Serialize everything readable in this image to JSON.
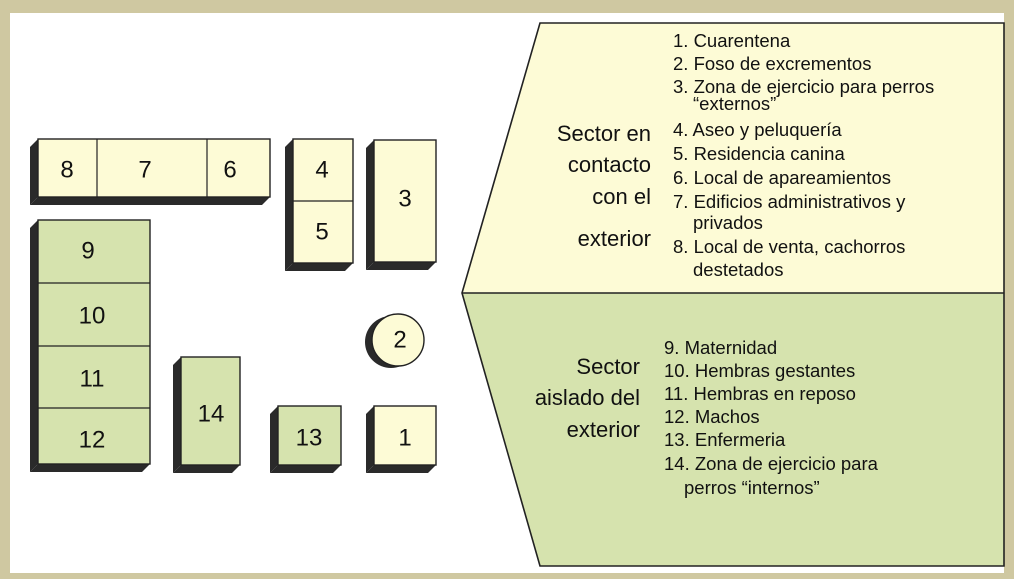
{
  "colors": {
    "frame": "#cfc8a1",
    "external_fill": "#fdfbd6",
    "isolated_fill": "#d6e3ae",
    "shadow": "#2a2a2a",
    "outline": "#222222"
  },
  "diagram": {
    "blocks": {
      "b1": "1",
      "b2": "2",
      "b3": "3",
      "b4": "4",
      "b5": "5",
      "b6": "6",
      "b7": "7",
      "b8": "8",
      "b9": "9",
      "b10": "10",
      "b11": "11",
      "b12": "12",
      "b13": "13",
      "b14": "14"
    },
    "sector_external": {
      "title_lines": [
        "Sector en",
        "contacto",
        "con el",
        "exterior"
      ],
      "items": [
        "1. Cuarentena",
        "2. Foso de excrementos",
        "3. Zona de ejercicio para perros",
        "“externos”",
        "4. Aseo y peluquería",
        "5. Residencia canina",
        "6. Local de apareamientos",
        "7. Edificios administrativos y",
        "privados",
        "8. Local de venta, cachorros",
        "destetados"
      ]
    },
    "sector_isolated": {
      "title_lines": [
        "Sector",
        "aislado del",
        "exterior"
      ],
      "items": [
        "9. Maternidad",
        "10. Hembras gestantes",
        "11. Hembras en reposo",
        "12. Machos",
        "13. Enfermeria",
        "14. Zona de ejercicio para",
        "perros “internos”"
      ]
    }
  }
}
